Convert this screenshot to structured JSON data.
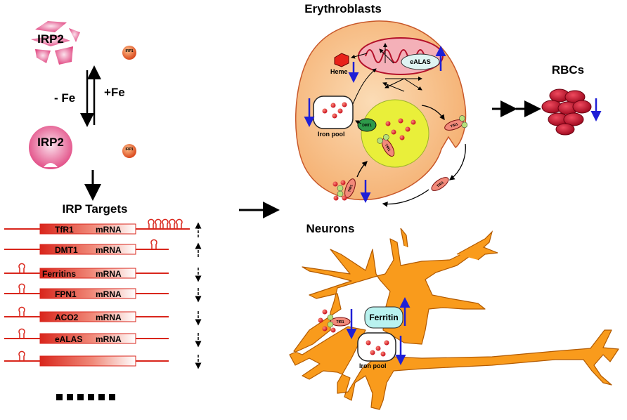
{
  "labels": {
    "irp2_top": "IRP2",
    "irp2_bottom": "IRP2",
    "irp1_top": "IRP1",
    "irp1_bottom": "IRP1",
    "minus_fe": "- Fe",
    "plus_fe": "+Fe",
    "irp_targets": "IRP Targets",
    "erythroblasts": "Erythroblasts",
    "rbcs": "RBCs",
    "neurons": "Neurons",
    "heme": "Heme",
    "ealas_enzyme": "eALAS",
    "iron_pool_ery": "Iron pool",
    "dmt1_transporter": "DMT1",
    "tfr1_a": "TfR1",
    "tfr1_b": "TfR1",
    "tfr1_c": "TfR1",
    "tfr1_d": "TfR1",
    "ferritin": "Ferritin",
    "iron_pool_neuron": "Iron pool",
    "tfr1_neuron": "TfR1"
  },
  "mrna_rows": [
    {
      "gene": "TfR1",
      "suffix": "mRNA",
      "utr": "3'-multi",
      "trend": "up"
    },
    {
      "gene": "DMT1",
      "suffix": "mRNA",
      "utr": "3'",
      "trend": "up"
    },
    {
      "gene": "Ferritins",
      "suffix": "mRNA",
      "utr": "5'",
      "trend": "down"
    },
    {
      "gene": "FPN1",
      "suffix": "mRNA",
      "utr": "5'",
      "trend": "down"
    },
    {
      "gene": "ACO2",
      "suffix": "mRNA",
      "utr": "5'",
      "trend": "down"
    },
    {
      "gene": "eALAS",
      "suffix": "mRNA",
      "utr": "5'",
      "trend": "down"
    },
    {
      "gene": "",
      "suffix": "",
      "utr": "5'",
      "trend": "down"
    }
  ],
  "colors": {
    "mrna_red": "#d9261c",
    "irp2_pink": "#e0427e",
    "cell_orange": "#f7c08a",
    "neuron_orange": "#f99b1c",
    "nucleus_yellow": "#e9ef3a",
    "rbc_red": "#c8102e",
    "arrow_blue": "#1f1fd6",
    "ferritin_cyan": "#b9f2ef"
  }
}
